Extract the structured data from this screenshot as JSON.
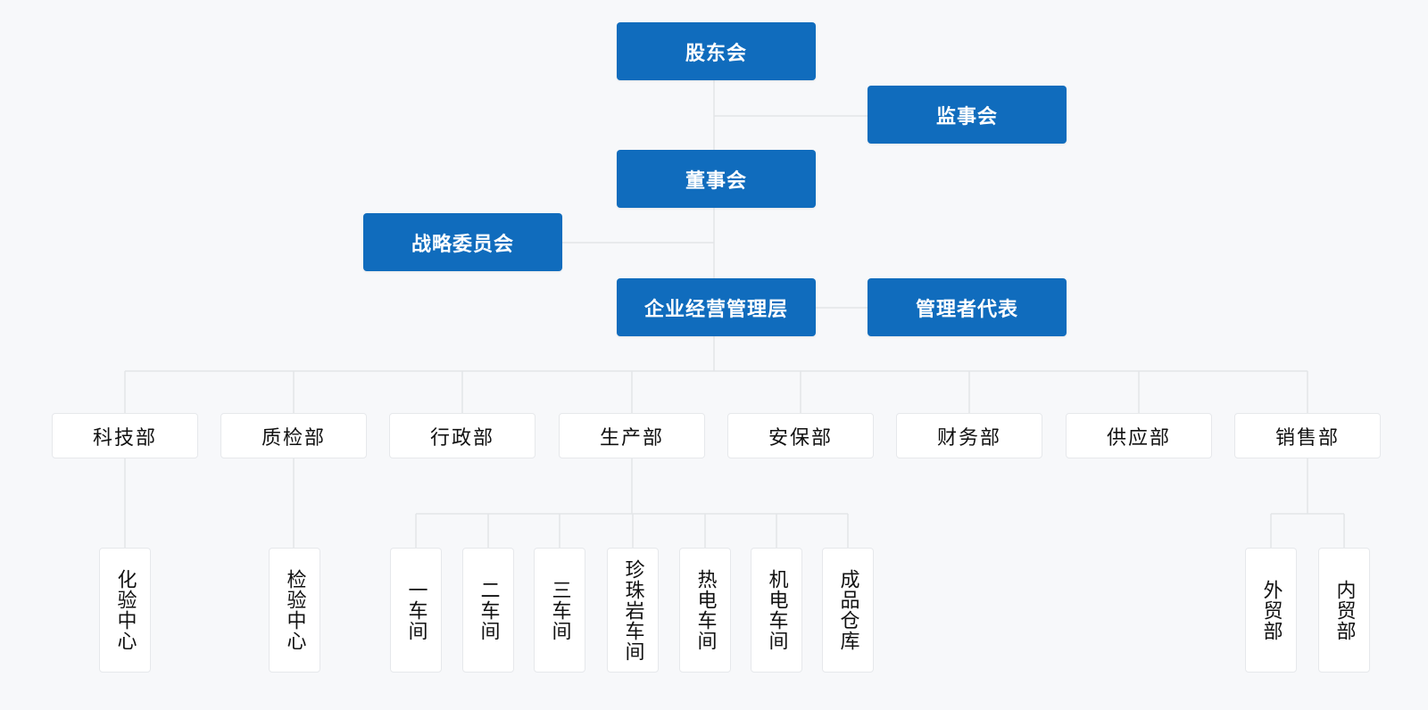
{
  "top": {
    "shareholders": "股东会",
    "supervisors": "监事会",
    "board": "董事会",
    "strategy": "战略委员会",
    "management": "企业经营管理层",
    "mgmt_rep": "管理者代表"
  },
  "departments": [
    {
      "key": "tech",
      "label": "科技部"
    },
    {
      "key": "qc",
      "label": "质检部"
    },
    {
      "key": "admin",
      "label": "行政部"
    },
    {
      "key": "production",
      "label": "生产部"
    },
    {
      "key": "security",
      "label": "安保部"
    },
    {
      "key": "finance",
      "label": "财务部"
    },
    {
      "key": "supply",
      "label": "供应部"
    },
    {
      "key": "sales",
      "label": "销售部"
    }
  ],
  "subunits": {
    "tech": [
      "化验中心"
    ],
    "qc": [
      "检验中心"
    ],
    "production": [
      "一车间",
      "二车间",
      "三车间",
      "珍珠岩车间",
      "热电车间",
      "机电车间",
      "成品仓库"
    ],
    "sales": [
      "外贸部",
      "内贸部"
    ]
  },
  "colors": {
    "node_blue": "#106cbd",
    "node_text": "#ffffff",
    "connector": "#e3e5e8",
    "background": "#f7f8fa"
  }
}
